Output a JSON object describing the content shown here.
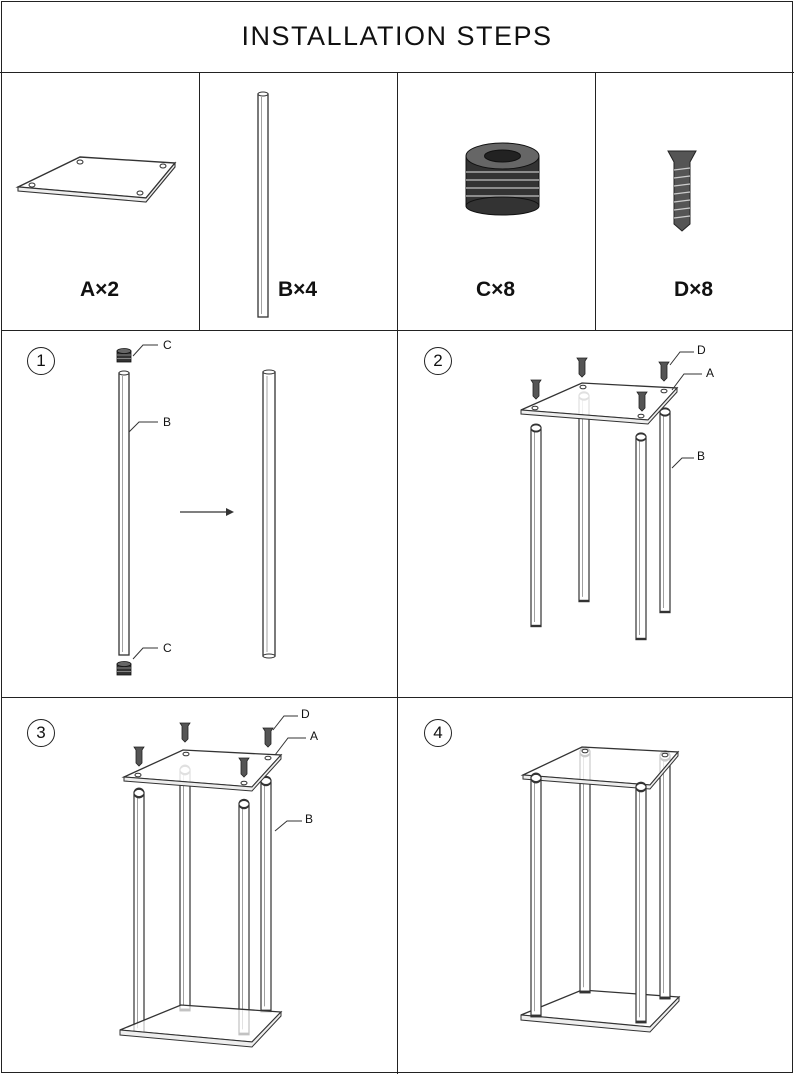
{
  "title": "INSTALLATION STEPS",
  "parts": [
    {
      "name": "panel",
      "label": "A×2"
    },
    {
      "name": "rod",
      "label": "B×4"
    },
    {
      "name": "connector",
      "label": "C×8"
    },
    {
      "name": "screw",
      "label": "D×8"
    }
  ],
  "steps": [
    {
      "number": "1",
      "callouts": [
        "C",
        "B",
        "C"
      ]
    },
    {
      "number": "2",
      "callouts": [
        "D",
        "A",
        "B"
      ]
    },
    {
      "number": "3",
      "callouts": [
        "D",
        "A",
        "B"
      ]
    },
    {
      "number": "4",
      "callouts": []
    }
  ],
  "icons": [
    "panel-icon",
    "rod-icon",
    "connector-icon",
    "screw-icon",
    "arrow-right-icon"
  ]
}
